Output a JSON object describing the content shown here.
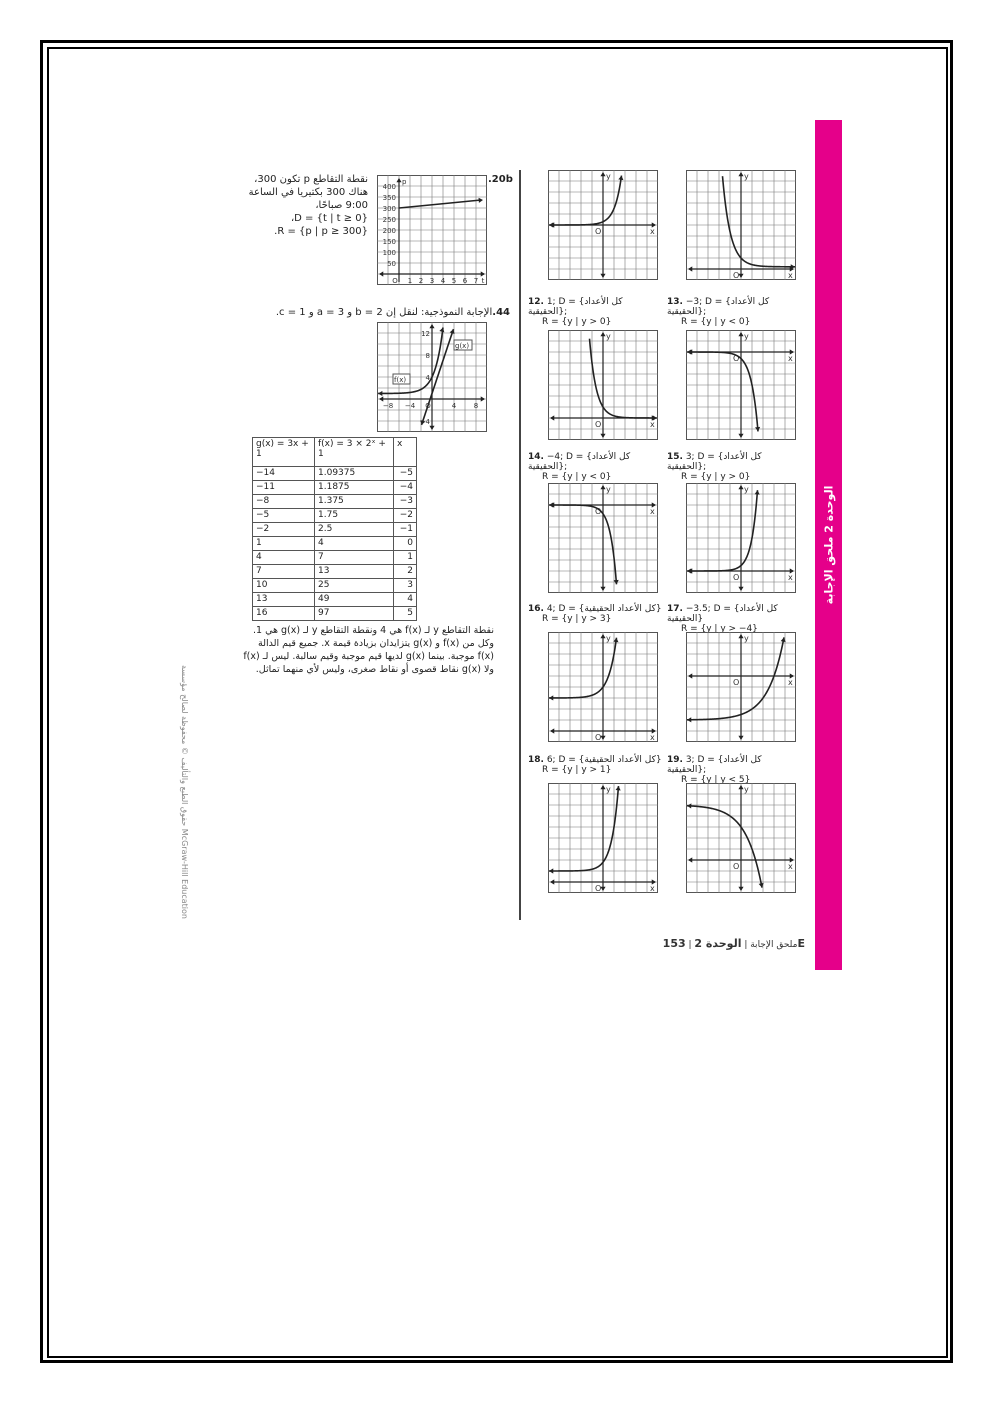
{
  "sidebar_label": "الوحدة 2 ملحق الإجابة",
  "footer": {
    "page": "153E",
    "unit": "الوحدة 2",
    "section": "ملحق الإجابة"
  },
  "copyright": "حقوق الطبع والتأليف © محفوظة لصالح مؤسسة McGraw-Hill Education",
  "left": {
    "q20b": {
      "number": ".20b",
      "lines": [
        "نقطة التقاطع p تكون 300،",
        "هناك 300 بكتيريا في الساعة",
        "9:00 صباحًا،",
        "D = {t | t ≥ 0}،",
        "R = {p | p ≥ 300}."
      ],
      "y_ticks": [
        "400",
        "350",
        "300",
        "250",
        "200",
        "150",
        "100",
        "50"
      ],
      "x_ticks": [
        "O",
        "1",
        "2",
        "3",
        "4",
        "5",
        "6",
        "7"
      ],
      "x_label": "t",
      "y_label": "p"
    },
    "q44": {
      "number": "44.",
      "text": "الإجابة النموذجية: لنقل إن b = 2 و a = 3 و c = 1.",
      "f_label": "f(x)",
      "g_label": "g(x)",
      "x_ticks": [
        "−8",
        "−4",
        "O",
        "4",
        "8"
      ],
      "y_ticks": [
        "12",
        "8",
        "4",
        "−4"
      ]
    },
    "table": {
      "headers": [
        "g(x) = 3x + 1",
        "f(x) = 3 × 2ˣ + 1",
        "x"
      ],
      "rows": [
        [
          "−14",
          "1.09375",
          "−5"
        ],
        [
          "−11",
          "1.1875",
          "−4"
        ],
        [
          "−8",
          "1.375",
          "−3"
        ],
        [
          "−5",
          "1.75",
          "−2"
        ],
        [
          "−2",
          "2.5",
          "−1"
        ],
        [
          "1",
          "4",
          "0"
        ],
        [
          "4",
          "7",
          "1"
        ],
        [
          "7",
          "13",
          "2"
        ],
        [
          "10",
          "25",
          "3"
        ],
        [
          "13",
          "49",
          "4"
        ],
        [
          "16",
          "97",
          "5"
        ]
      ]
    },
    "conclusion": "نقطة التقاطع y لـ f(x) هي 4 ونقطة التقاطع y لـ g(x) هي 1. وكل من f(x) و g(x) يتزايدان بزيادة قيمة x. جميع قيم الدالة f(x) موجبة. بينما g(x) لديها قيم موجبة وقيم سالبة. ليس لـ f(x) ولا g(x) نقاط قصوى أو نقاط صغرى، وليس لأي منهما تماثل."
  },
  "answers": [
    {
      "num": "12.",
      "line1": "1; D = {كل الأعداد الحقيقية};",
      "line2": "R = {y | y > 0}"
    },
    {
      "num": "13.",
      "line1": "−3; D = {كل الأعداد الحقيقية};",
      "line2": "R = {y | y < 0}"
    },
    {
      "num": "14.",
      "line1": "−4; D = {كل الأعداد الحقيقية};",
      "line2": "R = {y | y < 0}"
    },
    {
      "num": "15.",
      "line1": "3; D = {كل الأعداد الحقيقية};",
      "line2": "R = {y | y > 0}"
    },
    {
      "num": "16.",
      "line1": "4; D = {كل الأعداد الحقيقية}",
      "line2": "R = {y | y > 3}"
    },
    {
      "num": "17.",
      "line1": "−3.5; D = {كل الأعداد الحقيقية}",
      "line2": "R = {y | y > −4}"
    },
    {
      "num": "18.",
      "line1": "6; D = {كل الأعداد الحقيقية}",
      "line2": "R = {y | y > 1}"
    },
    {
      "num": "19.",
      "line1": "3; D = {كل الأعداد الحقيقية};",
      "line2": "R = {y | y < 5}"
    }
  ],
  "axis": {
    "x": "x",
    "y": "y",
    "origin": "O"
  }
}
